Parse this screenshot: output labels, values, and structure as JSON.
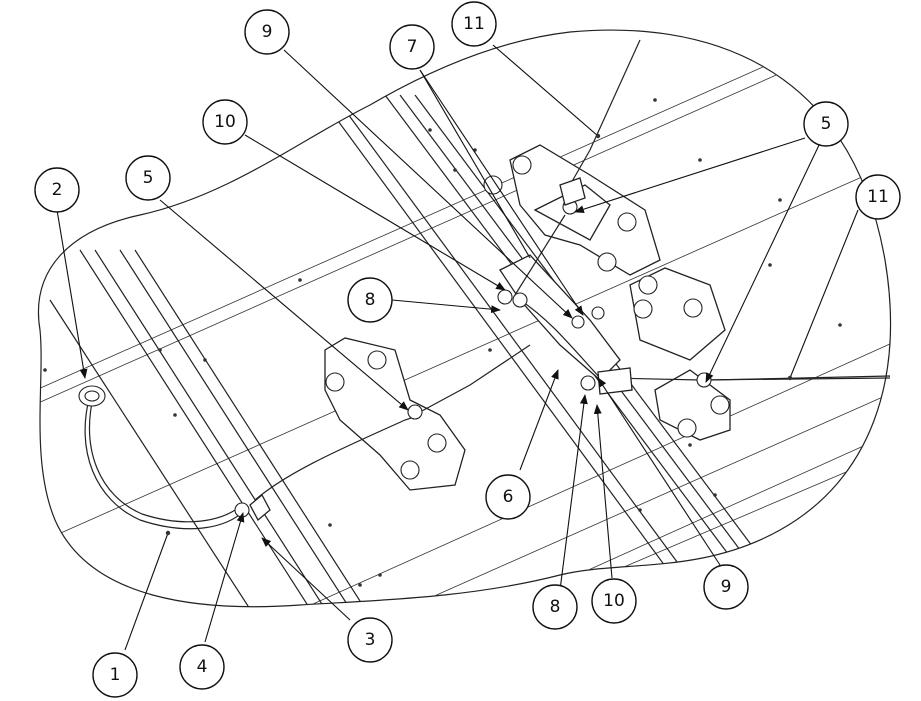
{
  "diagram": {
    "callouts": [
      {
        "id": "c-1",
        "label": "1"
      },
      {
        "id": "c-2",
        "label": "2"
      },
      {
        "id": "c-3",
        "label": "3"
      },
      {
        "id": "c-4",
        "label": "4"
      },
      {
        "id": "c-5a",
        "label": "5"
      },
      {
        "id": "c-5b",
        "label": "5"
      },
      {
        "id": "c-6",
        "label": "6"
      },
      {
        "id": "c-7",
        "label": "7"
      },
      {
        "id": "c-8a",
        "label": "8"
      },
      {
        "id": "c-8b",
        "label": "8"
      },
      {
        "id": "c-9a",
        "label": "9"
      },
      {
        "id": "c-9b",
        "label": "9"
      },
      {
        "id": "c-10a",
        "label": "10"
      },
      {
        "id": "c-10b",
        "label": "10"
      },
      {
        "id": "c-11a",
        "label": "11"
      },
      {
        "id": "c-11b",
        "label": "11"
      }
    ]
  }
}
